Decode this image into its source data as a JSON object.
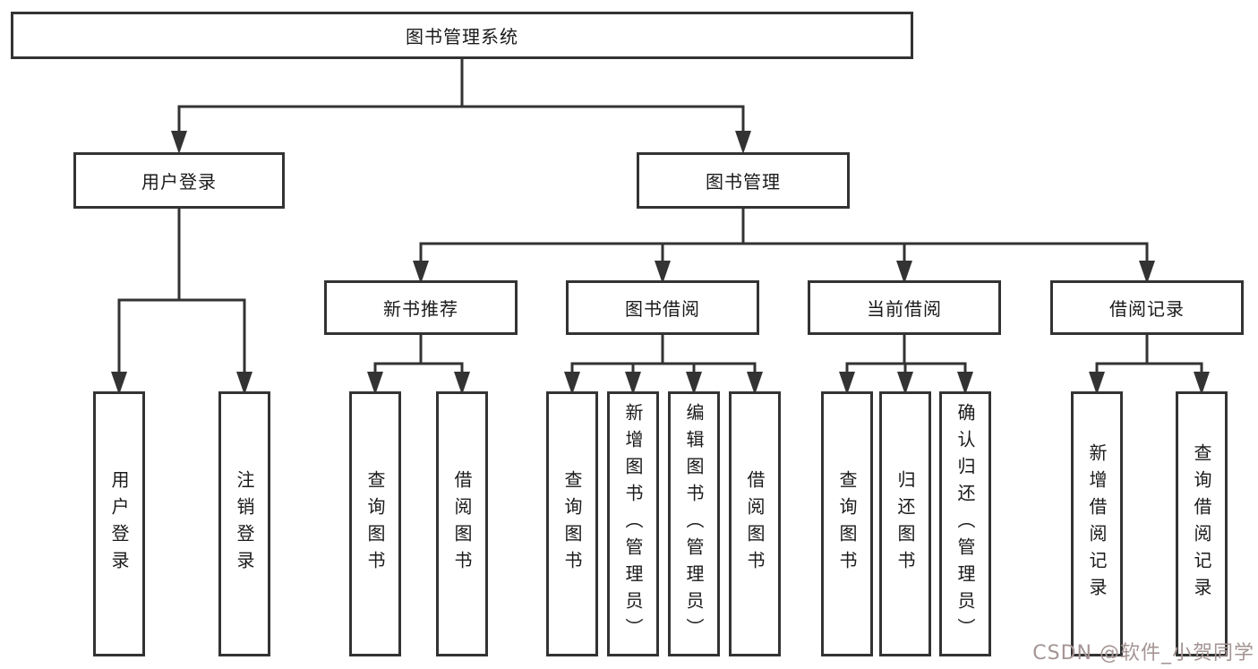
{
  "diagram": {
    "root": {
      "label": "图书管理系统"
    },
    "branches": [
      {
        "label": "用户登录",
        "children": [
          {
            "label": "用户登录"
          },
          {
            "label": "注销登录"
          }
        ]
      },
      {
        "label": "图书管理",
        "children": [
          {
            "label": "新书推荐",
            "children": [
              {
                "label": "查询图书"
              },
              {
                "label": "借阅图书"
              }
            ]
          },
          {
            "label": "图书借阅",
            "children": [
              {
                "label": "查询图书"
              },
              {
                "label": "新增图书（管理员）"
              },
              {
                "label": "编辑图书（管理员）"
              },
              {
                "label": "借阅图书"
              }
            ]
          },
          {
            "label": "当前借阅",
            "children": [
              {
                "label": "查询图书"
              },
              {
                "label": "归还图书"
              },
              {
                "label": "确认归还（管理员）"
              }
            ]
          },
          {
            "label": "借阅记录",
            "children": [
              {
                "label": "新增借阅记录"
              },
              {
                "label": "查询借阅记录"
              }
            ]
          }
        ]
      }
    ]
  },
  "watermark": {
    "text": "CSDN @软件_小贺同学",
    "color": "#a59494"
  },
  "colors": {
    "line": "#333333",
    "box_border": "#333333",
    "background": "#ffffff",
    "text": "#1a1a1a"
  }
}
